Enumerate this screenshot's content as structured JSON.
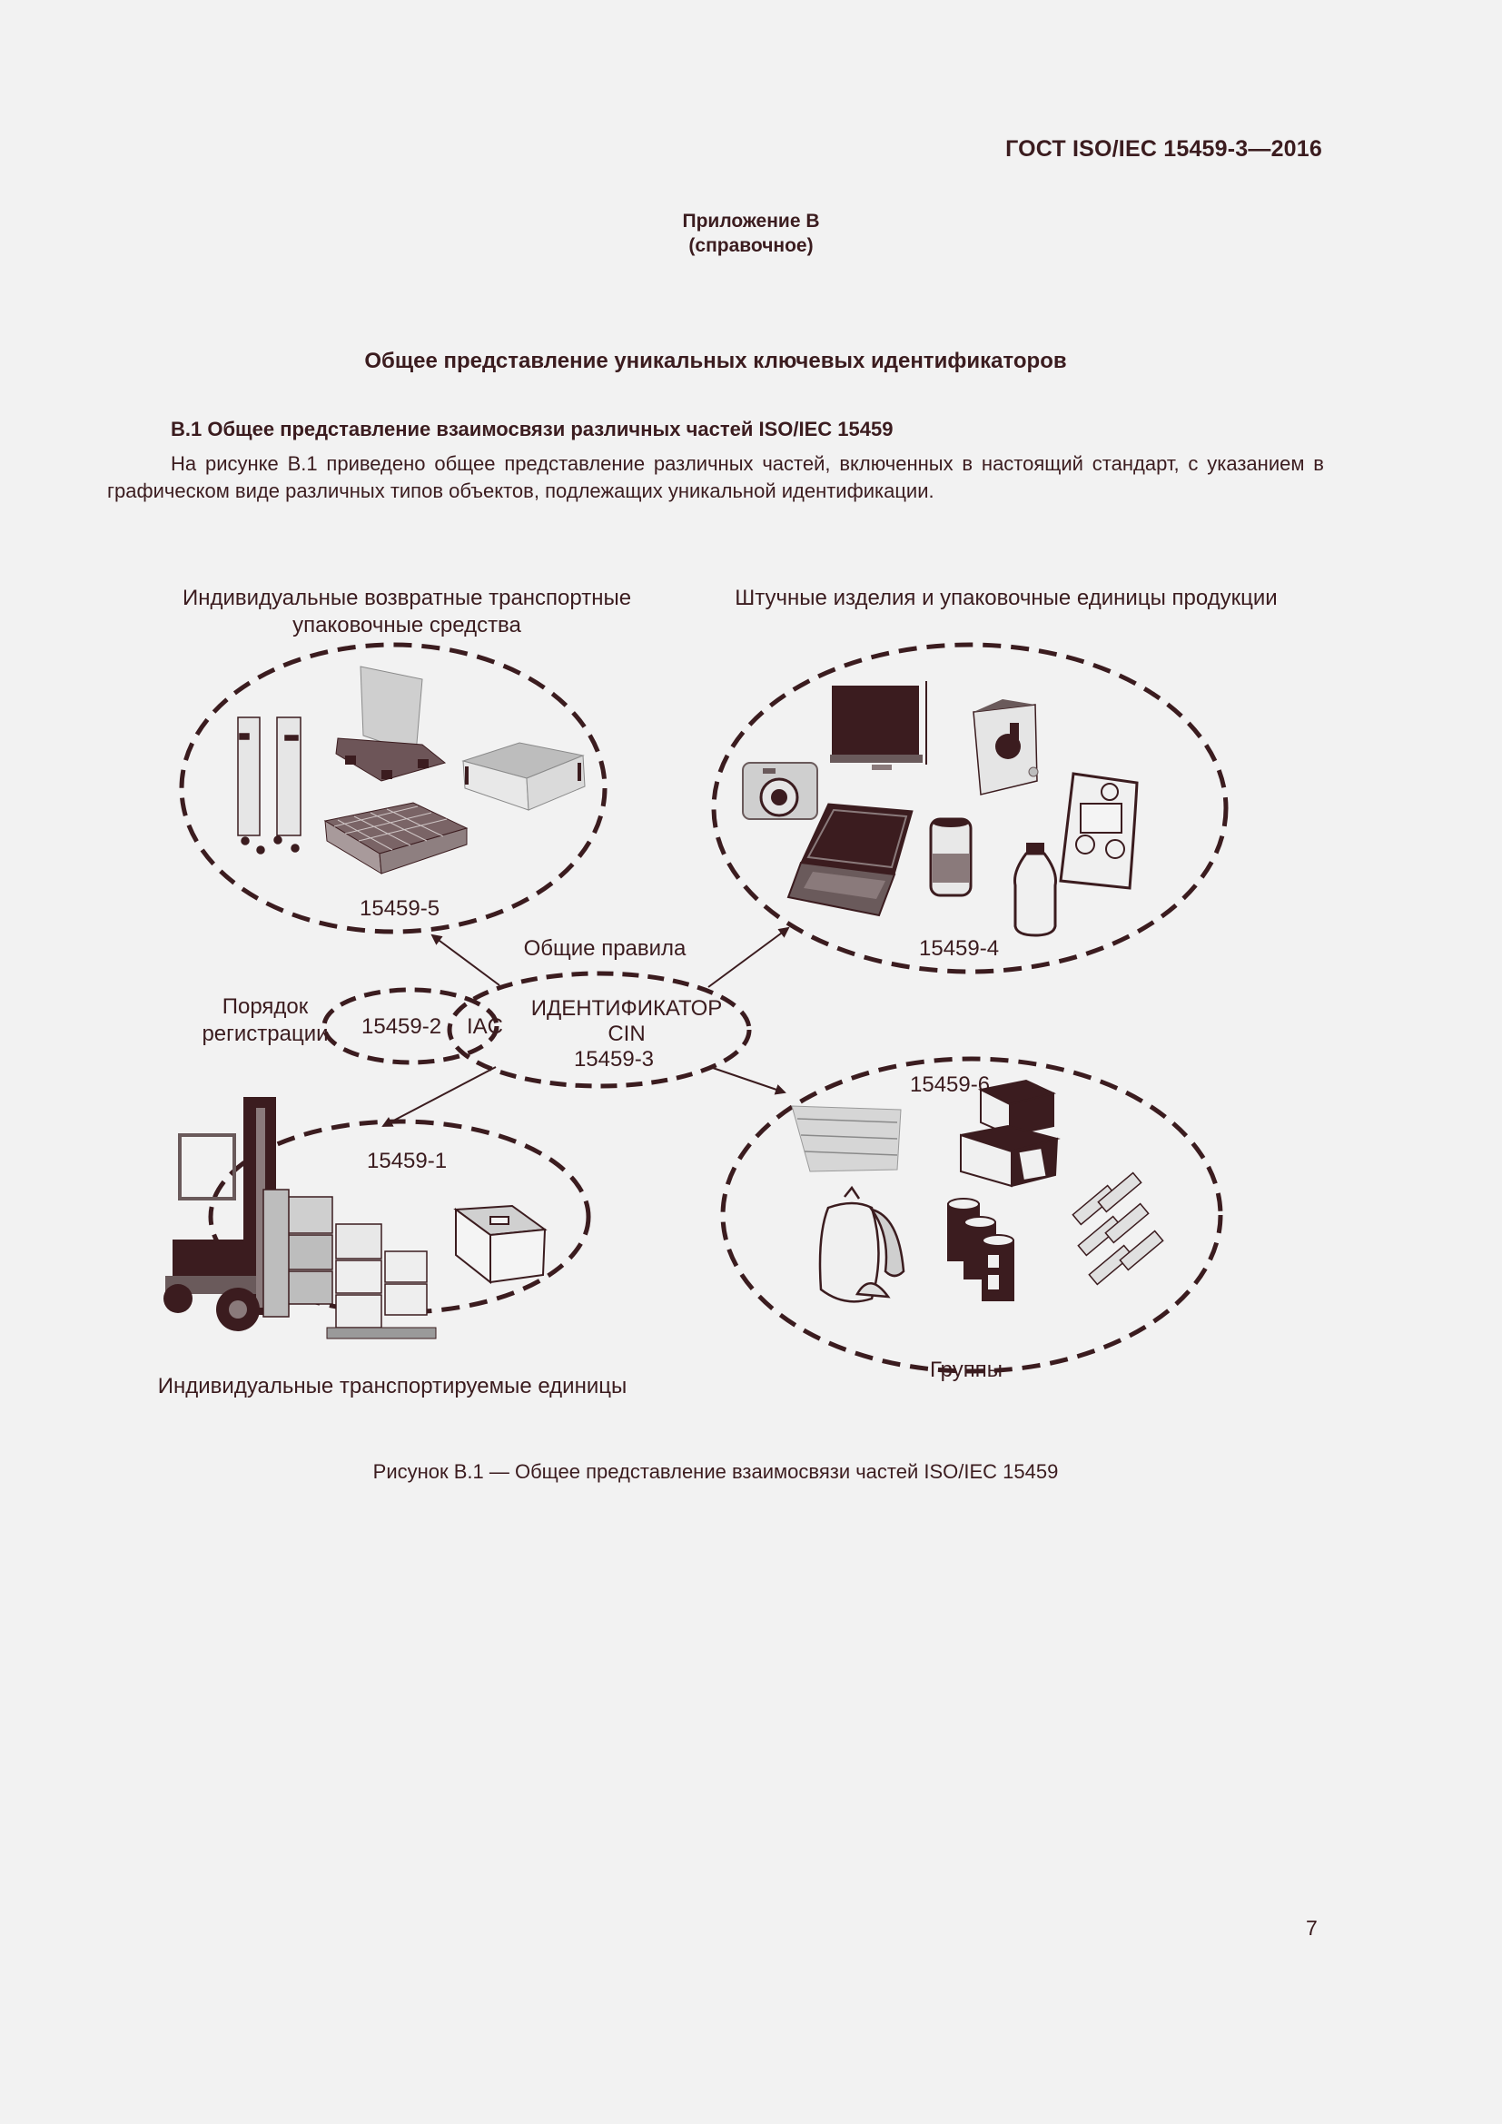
{
  "header": {
    "doc_code": "ГОСТ ISO/IEC 15459-3—2016"
  },
  "annex": {
    "label": "Приложение B",
    "kind": "(справочное)",
    "title": "Общее представление уникальных ключевых идентификаторов"
  },
  "section": {
    "heading": "B.1 Общее представление взаимосвязи различных частей ISO/IEC 15459",
    "paragraph": "На рисунке B.1 приведено общее представление различных частей, включенных в настоящий стандарт, с указанием в графическом виде различных типов объектов, подлежащих уникальной идентификации."
  },
  "figure": {
    "groups": [
      {
        "id": "returnable",
        "title_line1": "Индивидуальные возвратные транспортные",
        "title_line2": "упаковочные средства",
        "part": "15459-5",
        "items": [
          "roll-container-icon",
          "pallet-with-sleeve-icon",
          "crate-icon",
          "plastic-pallet-icon"
        ]
      },
      {
        "id": "products",
        "title_line1": "Штучные изделия и упаковочные единицы продукции",
        "part": "15459-4",
        "items": [
          "camera-icon",
          "monitor-icon",
          "product-box-icon",
          "laptop-icon",
          "can-icon",
          "bottle-icon",
          "snack-bag-icon"
        ]
      },
      {
        "id": "transport",
        "title_line1": "Индивидуальные транспортируемые единицы",
        "part": "15459-1",
        "items": [
          "forklift-icon",
          "carton-box-icon"
        ]
      },
      {
        "id": "groups",
        "title_line1": "Группы",
        "part": "15459-6",
        "items": [
          "basket-icon",
          "stacked-boxes-icon",
          "sacks-icon",
          "barrels-icon",
          "banknotes-icon"
        ]
      }
    ],
    "center": {
      "registration_line1": "Порядок",
      "registration_line2": "регистрации",
      "registration_part": "15459-2",
      "iac": "IAC",
      "identifier": "ИДЕНТИФИКАТОР",
      "cin": "CIN",
      "identifier_part": "15459-3",
      "general_rules": "Общие правила"
    },
    "caption": "Рисунок B.1 — Общее представление взаимосвязи частей ISO/IEC 15459"
  },
  "footer": {
    "page_number": "7"
  },
  "colors": {
    "ink": "#3b1c1f",
    "paper": "#f2f2f2",
    "gray": "#9a9a9a"
  }
}
